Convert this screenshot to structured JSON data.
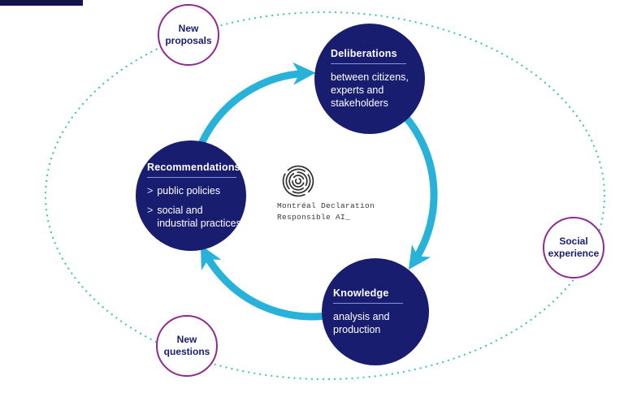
{
  "colors": {
    "navy": "#191d70",
    "cyan": "#28b2da",
    "purple": "#8e2b8f",
    "teal": "#3ec3ae"
  },
  "center_logo": {
    "line1": "Montréal Declaration",
    "line2": "Responsible AI_"
  },
  "nodes": {
    "deliberations": {
      "heading": "Deliberations",
      "lines": [
        "between citizens,",
        "experts and",
        "stakeholders"
      ]
    },
    "recommendations": {
      "heading": "Recommendations",
      "items": [
        {
          "bullet": ">",
          "lines": [
            "public policies"
          ]
        },
        {
          "bullet": ">",
          "lines": [
            "social and",
            "industrial practices"
          ]
        }
      ]
    },
    "knowledge": {
      "heading": "Knowledge",
      "lines": [
        "analysis and",
        "production"
      ]
    }
  },
  "satellites": {
    "new_proposals": {
      "lines": [
        "New",
        "proposals"
      ]
    },
    "social_experience": {
      "lines": [
        "Social",
        "experience"
      ]
    },
    "new_questions": {
      "lines": [
        "New",
        "questions"
      ]
    }
  }
}
